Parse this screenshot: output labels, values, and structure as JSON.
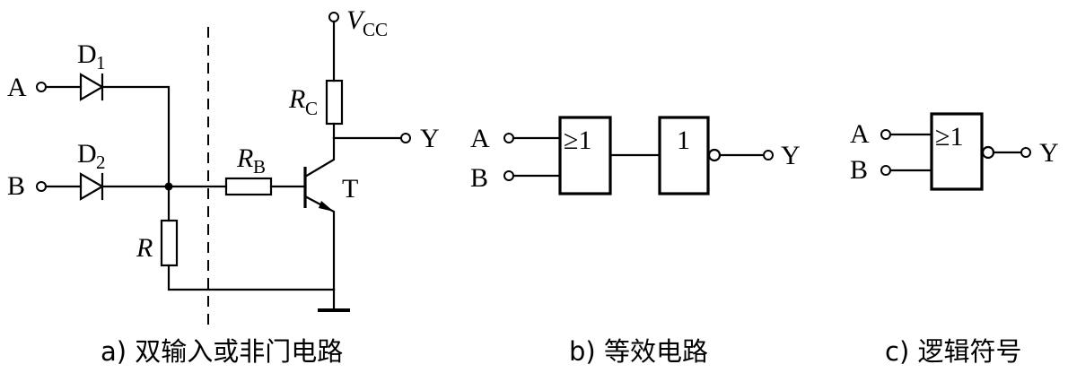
{
  "panel_a": {
    "caption": "a) 双输入或非门电路",
    "input_a": "A",
    "input_b": "B",
    "diode1": "D",
    "diode1_sub": "1",
    "diode2": "D",
    "diode2_sub": "2",
    "resistor_r": "R",
    "resistor_rb": "R",
    "resistor_rb_sub": "B",
    "resistor_rc": "R",
    "resistor_rc_sub": "C",
    "supply": "V",
    "supply_sub": "CC",
    "transistor": "T",
    "output": "Y"
  },
  "panel_b": {
    "caption": "b) 等效电路",
    "input_a": "A",
    "input_b": "B",
    "or_gate_label": "≥1",
    "not_gate_label": "1",
    "output": "Y"
  },
  "panel_c": {
    "caption": "c) 逻辑符号",
    "input_a": "A",
    "input_b": "B",
    "nor_gate_label": "≥1",
    "output": "Y"
  }
}
